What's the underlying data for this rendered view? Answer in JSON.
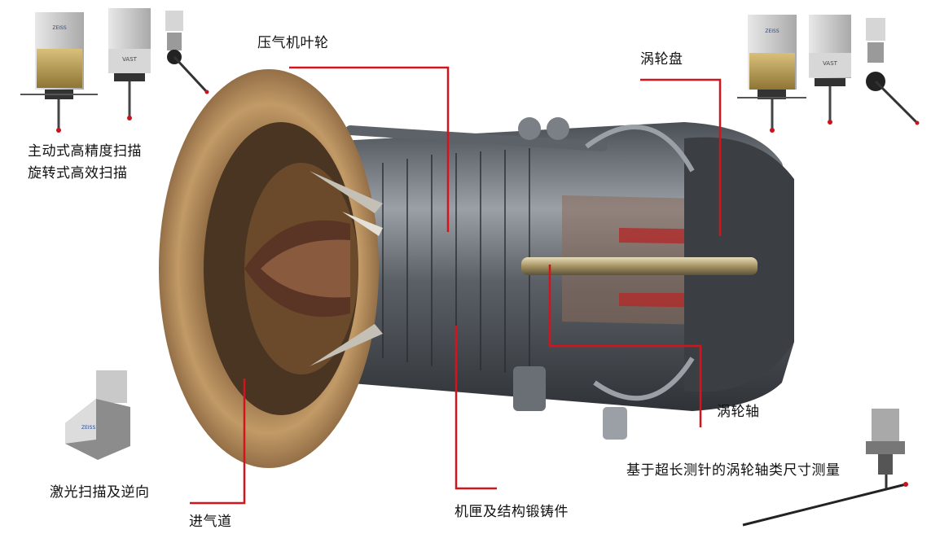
{
  "labels": {
    "compressor_impeller": "压气机叶轮",
    "turbine_disk": "涡轮盘",
    "active_scan_line1": "主动式高精度扫描",
    "active_scan_line2": "旋转式高效扫描",
    "turbine_shaft": "涡轮轴",
    "long_probe_measure": "基于超长测针的涡轮轴类尺寸测量",
    "laser_scan": "激光扫描及逆向",
    "air_inlet": "进气道",
    "casing_forgings": "机匣及结构锻铸件"
  },
  "colors": {
    "leader_line": "#d4141c",
    "engine_inlet": "#b9895a",
    "casing": "#6f7479",
    "sensor_body": "#c9c9c9",
    "sensor_gold": "#b79d55",
    "probe_ball": "#c8141c"
  },
  "icons": [
    "scanning-probe-head-icon",
    "vast-probe-head-icon",
    "articulating-probe-icon",
    "laser-scanner-icon",
    "long-stylus-probe-icon"
  ]
}
